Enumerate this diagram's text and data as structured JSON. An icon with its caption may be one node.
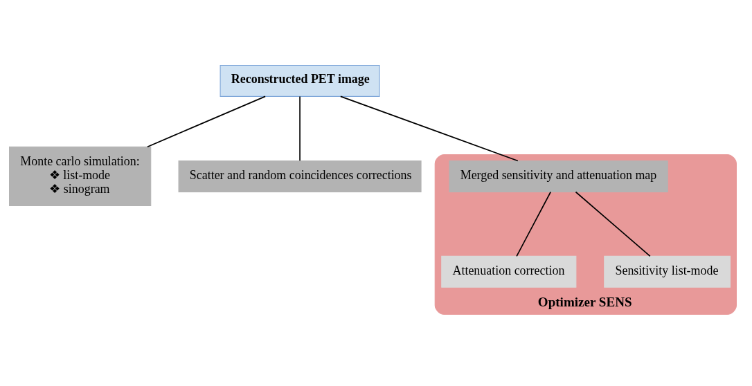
{
  "diagram": {
    "nodes": [
      {
        "text": [
          "Reconstructed PET image"
        ]
      },
      {
        "text": [
          "Monte carlo simulation:",
          "❖ list-mode",
          "❖ sinogram"
        ]
      },
      {
        "text": [
          "Scatter and random coincidences corrections"
        ]
      },
      {
        "text": [
          "Optimizer SENS"
        ]
      },
      {
        "text": [
          "Merged sensitivity and attenuation map"
        ],
        "in": 3
      },
      {
        "text": [
          "Attenuation correction"
        ],
        "in": 3
      },
      {
        "text": [
          "Sensitivity list-mode"
        ],
        "in": 3
      }
    ],
    "edges": [
      {
        "from": 0,
        "to": 1,
        "arrow": "none"
      },
      {
        "from": 0,
        "to": 2,
        "arrow": "none"
      },
      {
        "from": 0,
        "to": 4,
        "arrow": "none"
      },
      {
        "from": 4,
        "to": 5,
        "arrow": "none"
      },
      {
        "from": 4,
        "to": 6,
        "arrow": "none"
      }
    ]
  }
}
